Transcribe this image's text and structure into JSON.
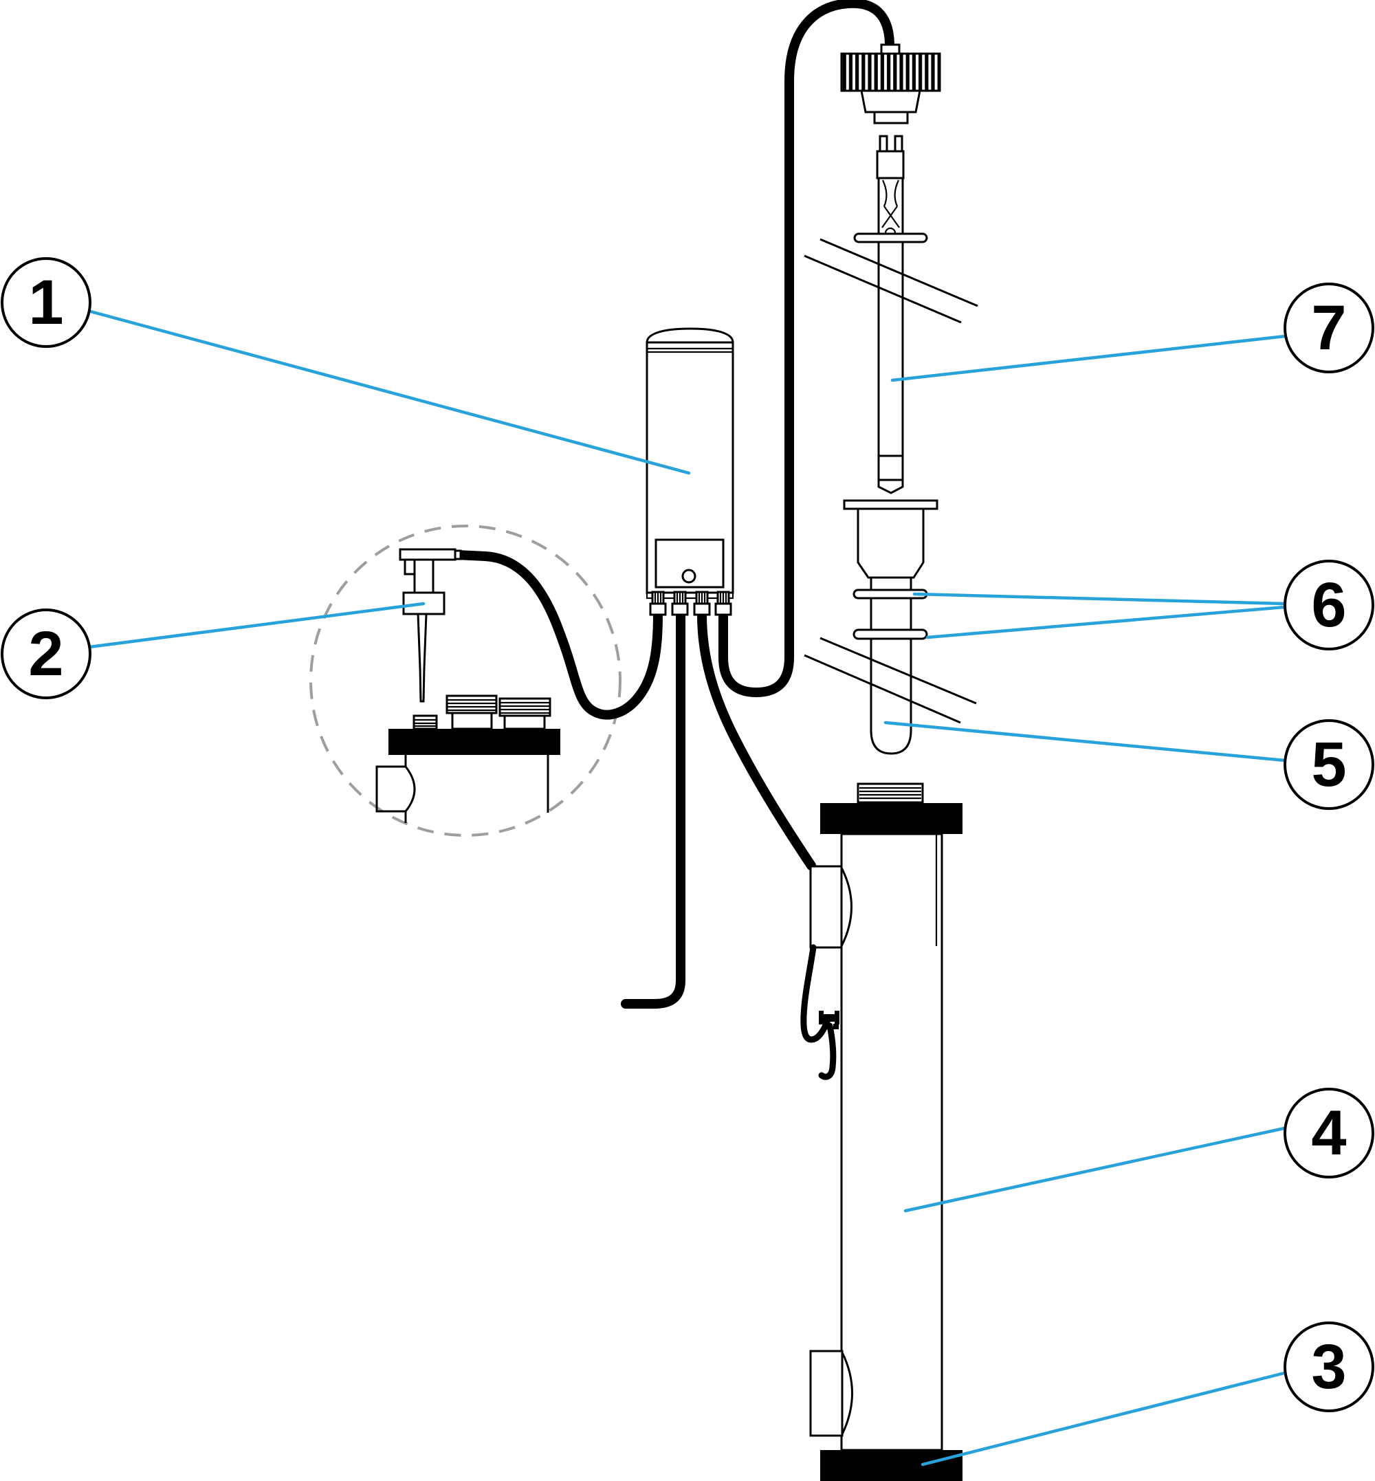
{
  "figure": {
    "type": "exploded-parts-diagram",
    "background": "#ffffff",
    "outline_color": "#000000",
    "leader_color": "#27A2DB",
    "dashed_color": "#9e9e9e"
  },
  "callouts": [
    {
      "label": "1",
      "part": "control-unit"
    },
    {
      "label": "2",
      "part": "uv-sensor"
    },
    {
      "label": "3",
      "part": "bottom-end-cap"
    },
    {
      "label": "4",
      "part": "reactor-vessel-body"
    },
    {
      "label": "5",
      "part": "quartz-sleeve"
    },
    {
      "label": "6",
      "part": "o-ring-seals"
    },
    {
      "label": "7",
      "part": "uv-lamp"
    }
  ]
}
